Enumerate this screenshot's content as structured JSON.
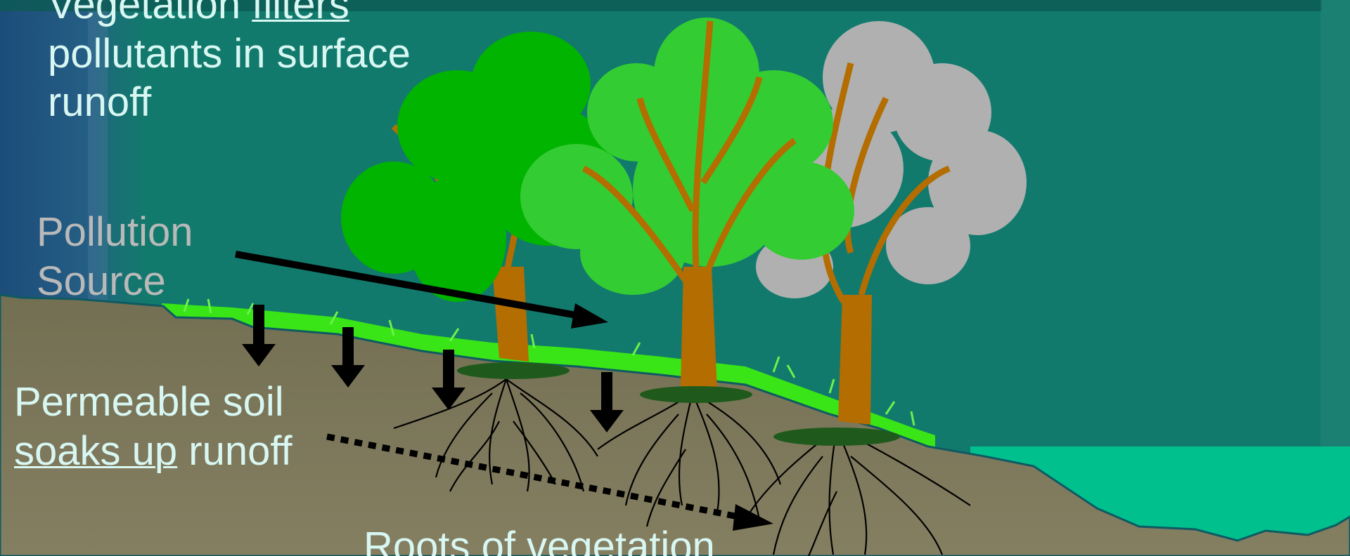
{
  "colors": {
    "background": "#127a6c",
    "text_light": "#d8f7f3",
    "text_gray": "#b9b9b9",
    "soil": "#7a7558",
    "grass": "#39e417",
    "water": "#00c08e",
    "trunk": "#b36d00",
    "canopy_dark": "#00b400",
    "canopy_light": "#33cc33",
    "canopy_gray": "#b0b0b0",
    "arrow": "#000000"
  },
  "labels": {
    "filter_line1_prefix": "Vegetation ",
    "filter_line1_underlined": "filters",
    "filter_line2": "pollutants in surface",
    "filter_line3": "runoff",
    "source_line1": "Pollution",
    "source_line2": "Source",
    "soil_line1": "Permeable soil",
    "soil_line2_underlined": "soaks up",
    "soil_line2_suffix": " runoff",
    "roots_line1": "Roots of vegetation"
  },
  "icons": {
    "trees": [
      "tree-icon",
      "tree-icon",
      "tree-icon"
    ],
    "runoff_arrows": "arrow-down-icon",
    "pollution_flow": "arrow-right-icon"
  }
}
